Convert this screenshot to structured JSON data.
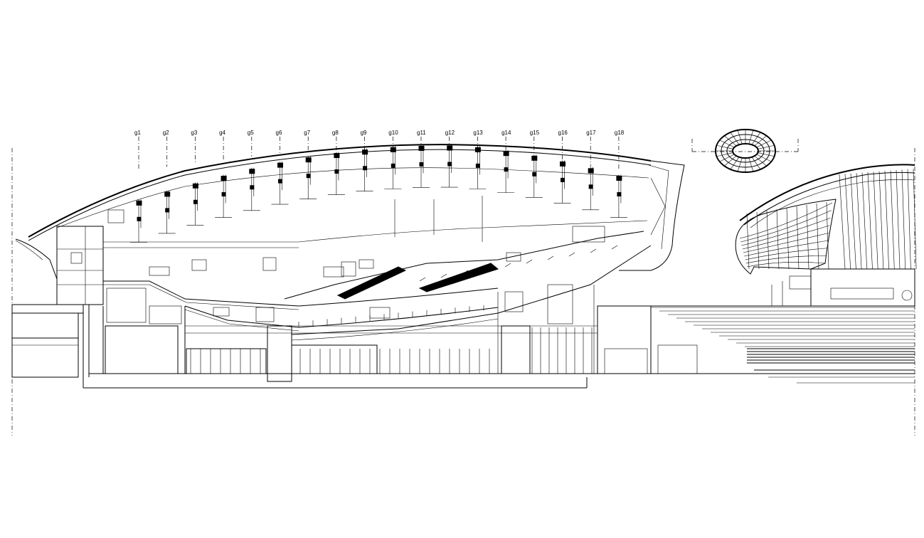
{
  "drawing": {
    "grid_labels": [
      "g1",
      "g2",
      "g3",
      "g4",
      "g5",
      "g6",
      "g7",
      "g8",
      "g9",
      "g10",
      "g11",
      "g12",
      "g13",
      "g14",
      "g15",
      "g16",
      "g17",
      "g18"
    ]
  }
}
